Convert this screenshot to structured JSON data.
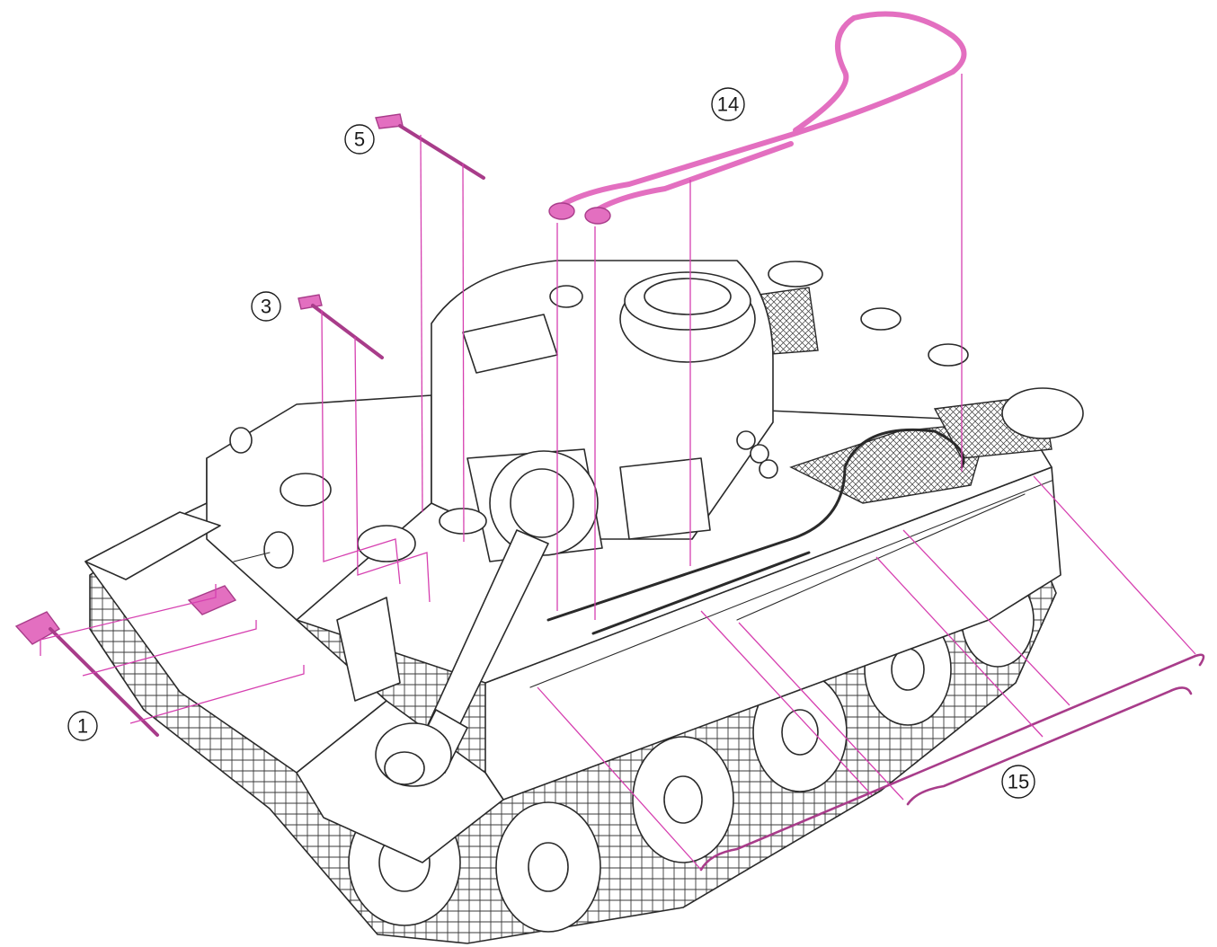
{
  "colors": {
    "part_highlight": "#e36fc0",
    "part_outline": "#a83c8a",
    "leader_line": "#d640b0",
    "line_art": "#2a2a2a"
  },
  "callouts": [
    {
      "id": "c1",
      "label": "1"
    },
    {
      "id": "c3",
      "label": "3"
    },
    {
      "id": "c5",
      "label": "5"
    },
    {
      "id": "c14",
      "label": "14"
    },
    {
      "id": "c15",
      "label": "15"
    }
  ]
}
